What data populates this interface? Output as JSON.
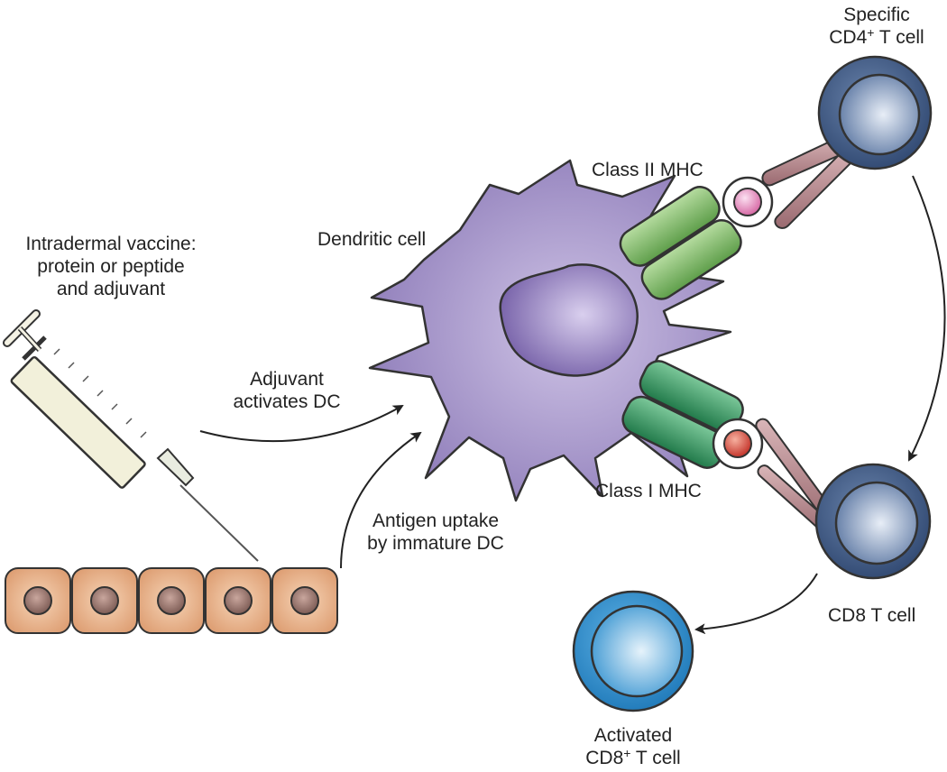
{
  "colors": {
    "dendritic_cell": "#9b8bc2",
    "dendritic_nucleus": "#7f6bb0",
    "class_ii_mhc": "#8ec07a",
    "class_i_mhc": "#3f9f6b",
    "tcr": "#b58a8f",
    "cd4_t_cell": "#3e5a86",
    "cd8_t_cell": "#3e5a86",
    "activated_cd8": "#2e8ccf",
    "peptide_class_ii": "#e590c8",
    "peptide_class_i": "#d8463c",
    "skin_cell": "#e8b48d",
    "skin_nucleus": "#8c6b63",
    "arrow": "#222222"
  },
  "icons": [
    "syringe-icon",
    "skin-cells",
    "dendritic-cell",
    "t-cell"
  ],
  "labels": {
    "vaccine": [
      "Intradermal vaccine:",
      "protein or peptide",
      "and adjuvant"
    ],
    "adjuvant": [
      "Adjuvant",
      "activates DC"
    ],
    "antigen_uptake": [
      "Antigen uptake",
      "by immature DC"
    ],
    "dendritic_cell": "Dendritic cell",
    "class_ii_mhc": "Class II MHC",
    "class_i_mhc": "Class I MHC",
    "cd4_line1": "Specific",
    "cd4_line2_pre": "CD4",
    "cd4_line2_sup": "+",
    "cd4_line2_post": " T cell",
    "cd8_t_cell": "CD8 T cell",
    "activated_line1": "Activated",
    "activated_line2_pre": "CD8",
    "activated_line2_sup": "+",
    "activated_line2_post": " T cell"
  }
}
